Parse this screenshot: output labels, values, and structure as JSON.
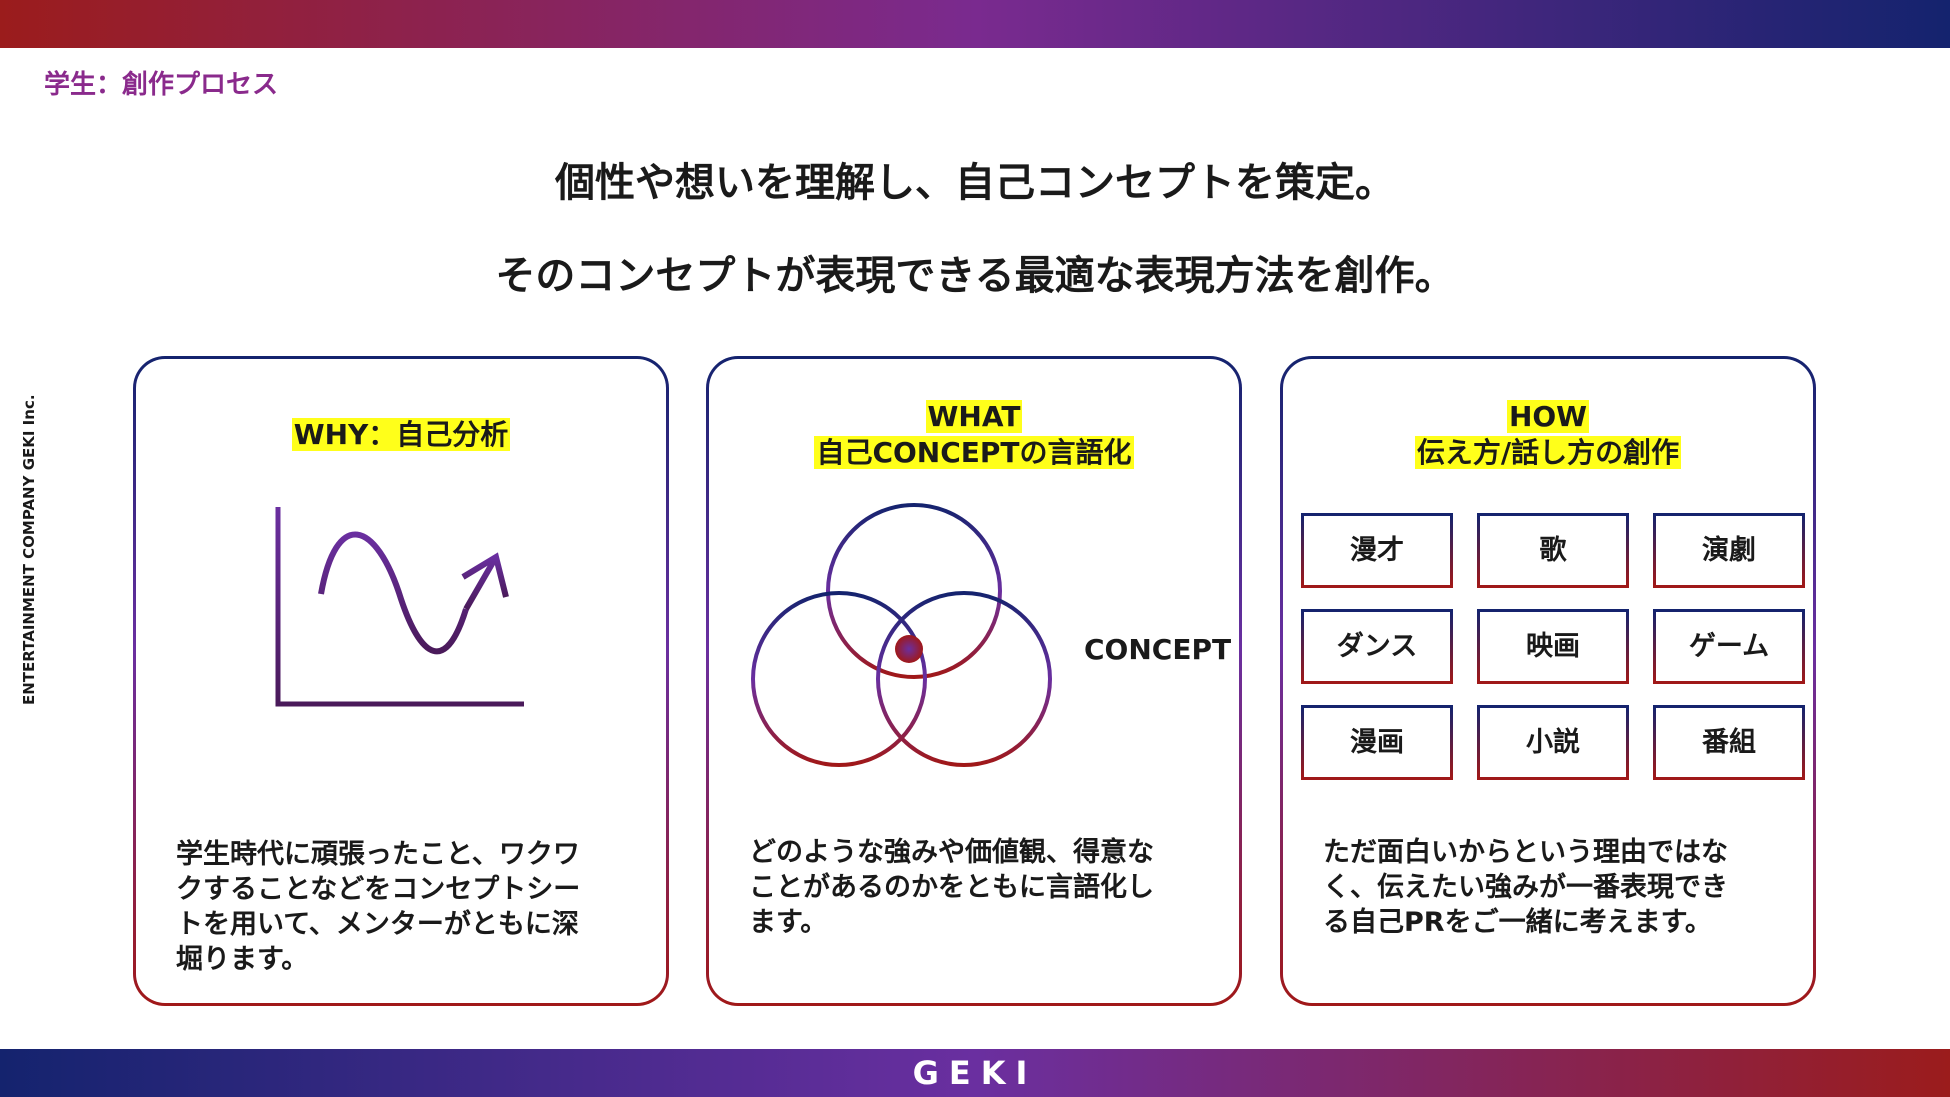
{
  "section_label": "学生：創作プロセス",
  "side_text": "ENTERTAINMENT COMPANY GEKI Inc.",
  "headline_1": "個性や想いを理解し、自己コンセプトを策定。",
  "headline_2": "そのコンセプトが表現できる最適な表現方法を創作。",
  "cards": [
    {
      "title": "WHY：自己分析",
      "desc_lines": [
        "学生時代に頑張ったこと、ワクワ",
        "クすることなどをコンセプトシー",
        "トを用いて、メンターがともに深",
        "堀ります。"
      ],
      "icon": "growth-chart-icon"
    },
    {
      "title_line1": "WHAT",
      "title_line2": "自己CONCEPTの言語化",
      "concept_label": "CONCEPT",
      "desc_lines": [
        "どのような強みや価値観、得意な",
        "ことがあるのかをともに言語化し",
        "ます。"
      ],
      "icon": "venn-diagram-icon"
    },
    {
      "title_line1": "HOW",
      "title_line2": "伝え方/話し方の創作",
      "items": [
        "漫才",
        "歌",
        "演劇",
        "ダンス",
        "映画",
        "ゲーム",
        "漫画",
        "小説",
        "番組"
      ],
      "desc_lines": [
        "ただ面白いからという理由ではな",
        "く、伝えたい強みが一番表現でき",
        "る自己PRをご一緒に考えます。"
      ]
    }
  ],
  "logo": "GEKI",
  "colors": {
    "navy": "#14236e",
    "purple": "#6a2fa0",
    "red": "#a01818",
    "highlight": "#ffff1a"
  }
}
